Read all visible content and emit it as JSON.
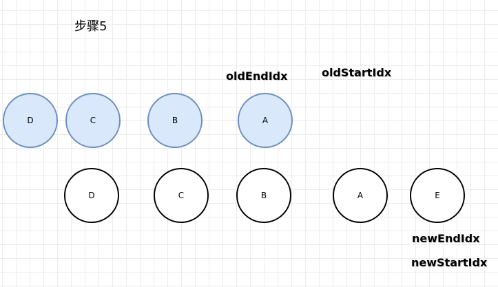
{
  "title": "步骤5",
  "colors": {
    "old_fill": "#dae8fc",
    "old_stroke": "#6c8ebf",
    "new_fill": "#ffffff",
    "new_stroke": "#000000"
  },
  "old_nodes": [
    {
      "label": "D"
    },
    {
      "label": "C"
    },
    {
      "label": "B"
    },
    {
      "label": "A"
    }
  ],
  "new_nodes": [
    {
      "label": "D"
    },
    {
      "label": "C"
    },
    {
      "label": "B"
    },
    {
      "label": "A"
    },
    {
      "label": "E"
    }
  ],
  "pointers": {
    "old_end": "oldEndIdx",
    "old_start": "oldStartIdx",
    "new_end": "newEndIdx",
    "new_start": "newStartIdx"
  }
}
